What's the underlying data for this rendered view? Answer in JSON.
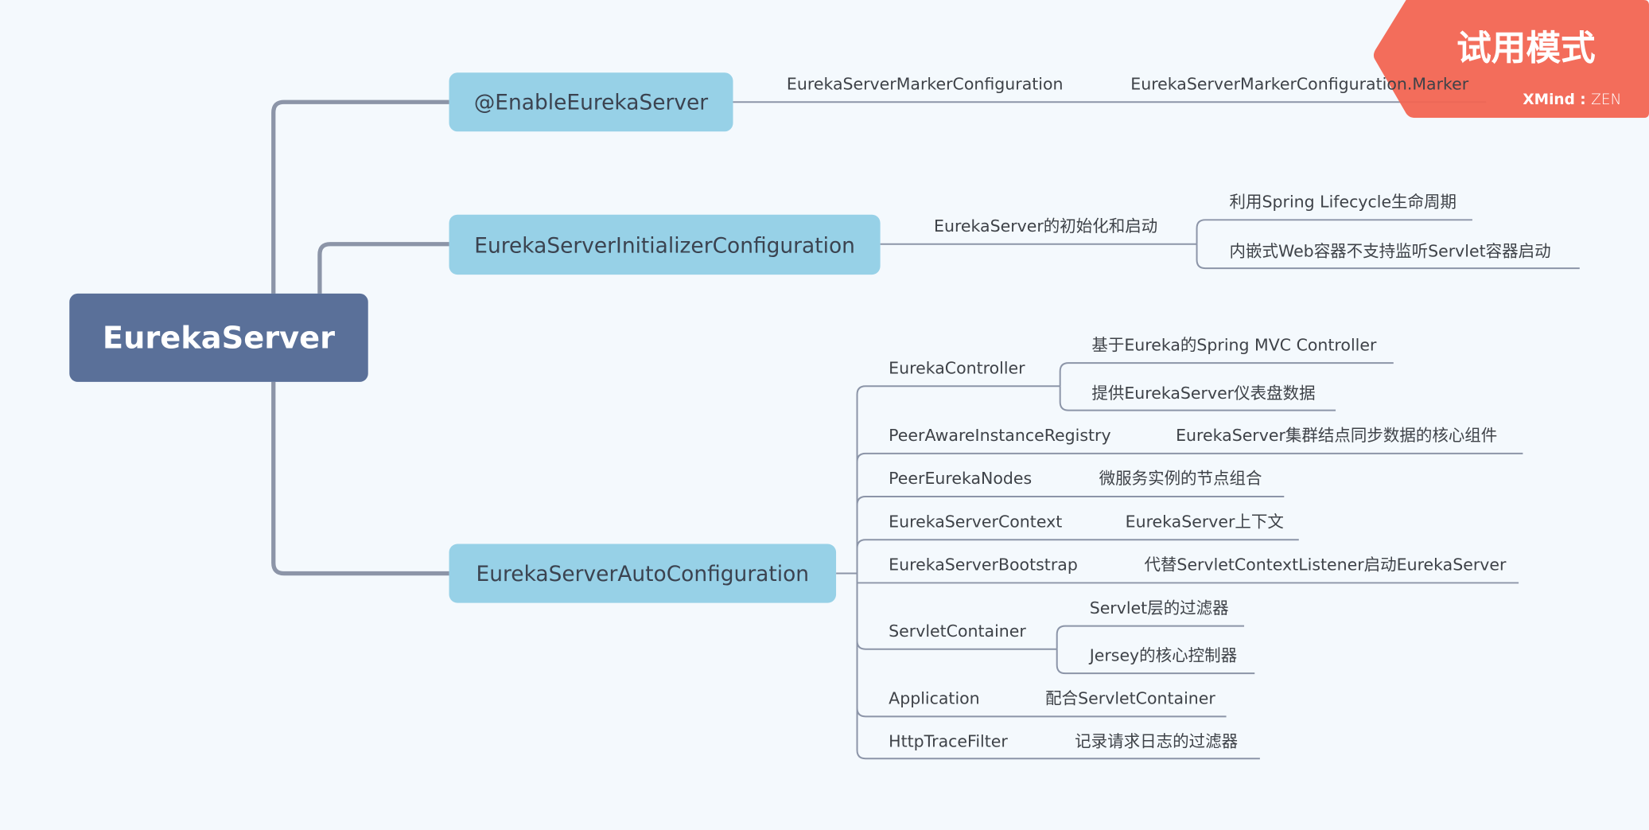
{
  "root": "EurekaServer",
  "branches": [
    {
      "label": "@EnableEurekaServer",
      "children": [
        "EurekaServerMarkerConfiguration",
        "EurekaServerMarkerConfiguration.Marker"
      ]
    },
    {
      "label": "EurekaServerInitializerConfiguration",
      "child": "EurekaServer的初始化和启动",
      "subchildren": [
        "利用Spring Lifecycle生命周期",
        "内嵌式Web容器不支持监听Servlet容器启动"
      ]
    },
    {
      "label": "EurekaServerAutoConfiguration",
      "children": [
        {
          "label": "EurekaController",
          "subs": [
            "基于Eureka的Spring MVC Controller",
            "提供EurekaServer仪表盘数据"
          ]
        },
        {
          "label": "PeerAwareInstanceRegistry",
          "subs": [
            "EurekaServer集群结点同步数据的核心组件"
          ]
        },
        {
          "label": "PeerEurekaNodes",
          "subs": [
            "微服务实例的节点组合"
          ]
        },
        {
          "label": "EurekaServerContext",
          "subs": [
            "EurekaServer上下文"
          ]
        },
        {
          "label": "EurekaServerBootstrap",
          "subs": [
            "代替ServletContextListener启动EurekaServer"
          ]
        },
        {
          "label": "ServletContainer",
          "subs": [
            "Servlet层的过滤器",
            "Jersey的核心控制器"
          ]
        },
        {
          "label": "Application",
          "subs": [
            "配合ServletContainer"
          ]
        },
        {
          "label": "HttpTraceFilter",
          "subs": [
            "记录请求日志的过滤器"
          ]
        }
      ]
    }
  ],
  "badge": {
    "title": "试用模式",
    "brand": "XMind",
    "edition": "ZEN"
  },
  "colors": {
    "root": "#5a7099",
    "branch": "#97d1e7",
    "line": "#8c95a8",
    "badge": "#f26552"
  }
}
